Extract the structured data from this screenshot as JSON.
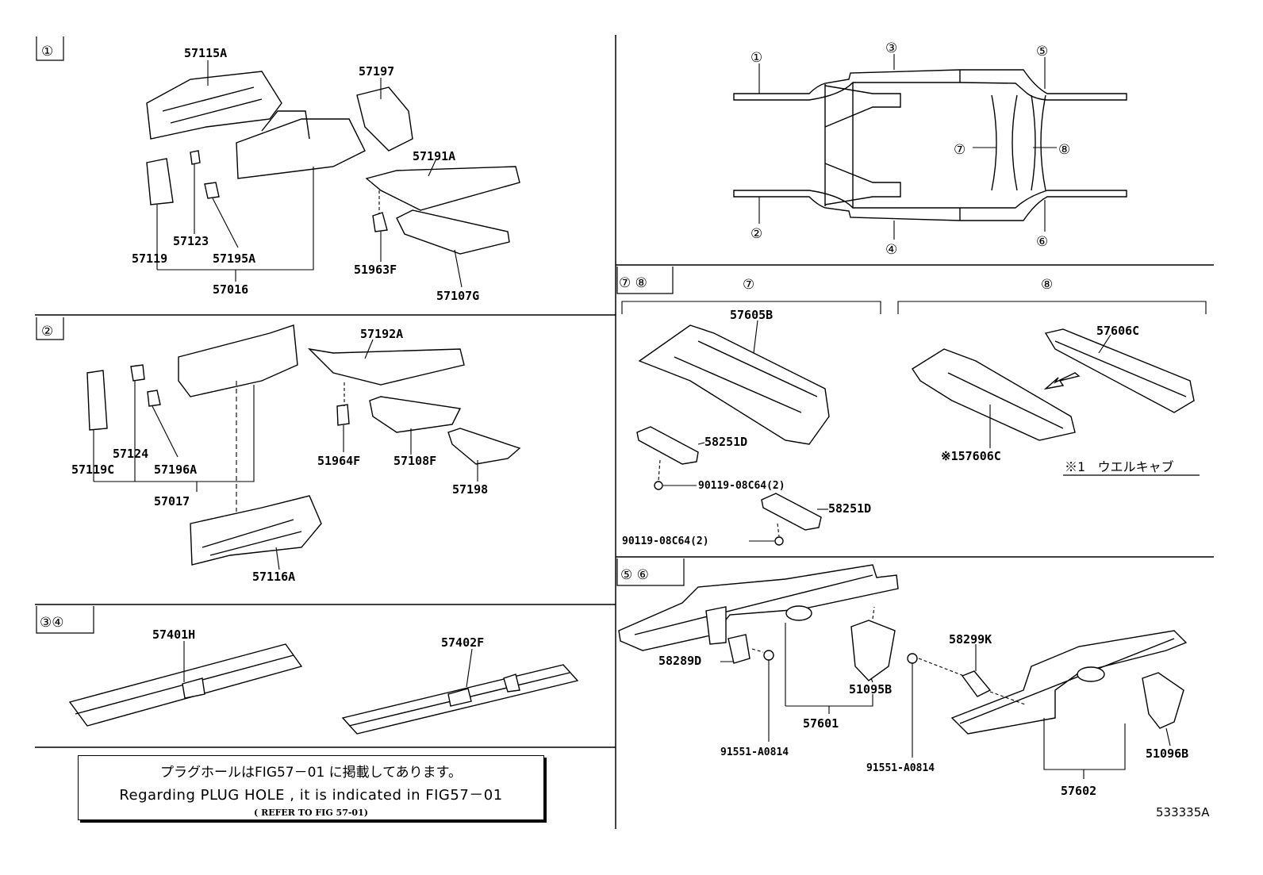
{
  "sections": {
    "s1": {
      "label": "①",
      "parts": [
        "57115A",
        "57197",
        "57191A",
        "57123",
        "57119",
        "57195A",
        "57016",
        "51963F",
        "57107G"
      ]
    },
    "s2": {
      "label": "②",
      "parts": [
        "57192A",
        "57124",
        "57119C",
        "57196A",
        "51964F",
        "57108F",
        "57017",
        "57198",
        "57116A"
      ]
    },
    "s34": {
      "label": "③④",
      "parts": [
        "57401H",
        "57402F"
      ]
    },
    "overview": {
      "labels": [
        "①",
        "②",
        "③",
        "④",
        "⑤",
        "⑥",
        "⑦",
        "⑧"
      ]
    },
    "s78": {
      "label": "⑦ ⑧",
      "sub7": "⑦",
      "sub8": "⑧",
      "parts": [
        "57605B",
        "57606C",
        "58251D",
        "58251D",
        "90119-08C64(2)",
        "90119-08C64(2)",
        "※157606C"
      ],
      "footnote": "※1　ウエルキャブ"
    },
    "s56": {
      "label": "⑤ ⑥",
      "parts": [
        "58289D",
        "51095B",
        "58299K",
        "57601",
        "91551-A0814",
        "91551-A0814",
        "51096B",
        "57602"
      ]
    }
  },
  "note": {
    "jp": "プラグホールはFIG57－01 に掲載してあります。",
    "en": "Regarding  PLUG  HOLE  ,  it  is  indicated  in  FIG57－01",
    "ref": "( REFER TO FIG 57-01)"
  },
  "figure_id": "533335A"
}
